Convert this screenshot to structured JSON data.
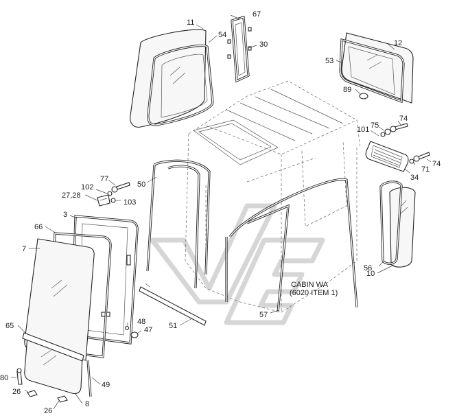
{
  "callouts": [
    {
      "id": "c11",
      "text": "11"
    },
    {
      "id": "c67",
      "text": "67"
    },
    {
      "id": "c54",
      "text": "54"
    },
    {
      "id": "c30",
      "text": "30"
    },
    {
      "id": "c12",
      "text": "12"
    },
    {
      "id": "c53",
      "text": "53"
    },
    {
      "id": "c89",
      "text": "89"
    },
    {
      "id": "c74a",
      "text": "74"
    },
    {
      "id": "c75",
      "text": "75"
    },
    {
      "id": "c101",
      "text": "101"
    },
    {
      "id": "c74b",
      "text": "74"
    },
    {
      "id": "c71",
      "text": "71"
    },
    {
      "id": "c34",
      "text": "34"
    },
    {
      "id": "c77",
      "text": "77"
    },
    {
      "id": "c50",
      "text": "50"
    },
    {
      "id": "c102",
      "text": "102"
    },
    {
      "id": "c2728",
      "text": "27,28"
    },
    {
      "id": "c103",
      "text": "103"
    },
    {
      "id": "c3",
      "text": "3"
    },
    {
      "id": "c66",
      "text": "66"
    },
    {
      "id": "c7",
      "text": "7"
    },
    {
      "id": "c56",
      "text": "56"
    },
    {
      "id": "c10",
      "text": "10"
    },
    {
      "id": "c48",
      "text": "48"
    },
    {
      "id": "c47",
      "text": "47"
    },
    {
      "id": "c51",
      "text": "51"
    },
    {
      "id": "c57",
      "text": "57"
    },
    {
      "id": "c65",
      "text": "65"
    },
    {
      "id": "c80",
      "text": "80"
    },
    {
      "id": "c49",
      "text": "49"
    },
    {
      "id": "c26a",
      "text": "26"
    },
    {
      "id": "c8",
      "text": "8"
    },
    {
      "id": "c26b",
      "text": "26"
    }
  ],
  "note": {
    "line1": "CABIN WA",
    "line2": "(6020 ITEM 1)"
  },
  "colors": {
    "stroke": "#222222",
    "watermark": "#d6d6d6",
    "background": "#ffffff"
  }
}
